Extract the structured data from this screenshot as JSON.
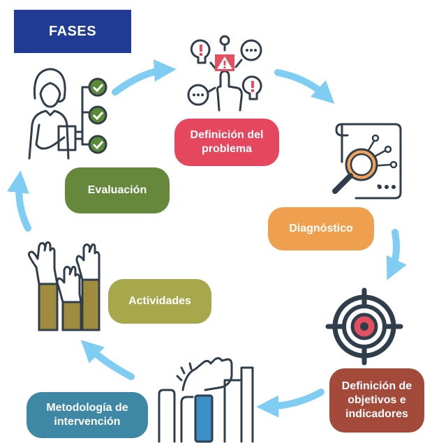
{
  "title": "FASES",
  "phases": [
    {
      "label": "Definición del\nproblema",
      "color": "#e5485e",
      "icon": "problem-icon"
    },
    {
      "label": "Diagnóstico",
      "color": "#efa04e",
      "icon": "document-magnifier-icon"
    },
    {
      "label": "Definición de\nobjetivos e\nindicadores",
      "color": "#a34a3b",
      "icon": "target-icon"
    },
    {
      "label": "Metodología de\nintervención",
      "color": "#3e87a5",
      "icon": "hands-stacked-icon"
    },
    {
      "label": "Actividades",
      "color": "#a7a84b",
      "icon": "raised-hands-icon"
    },
    {
      "label": "Evaluación",
      "color": "#65883d",
      "icon": "checklist-woman-icon"
    }
  ],
  "colors": {
    "title_bg": "#1f3b94",
    "arrow": "#7fcdf2",
    "icon_stroke": "#2f3e4a",
    "icon_accent_green": "#5a8a35",
    "icon_accent_orange": "#f0a15a",
    "icon_accent_red": "#e3505f",
    "icon_accent_olive": "#9f8c3e",
    "icon_accent_blue": "#3b8fc6"
  }
}
